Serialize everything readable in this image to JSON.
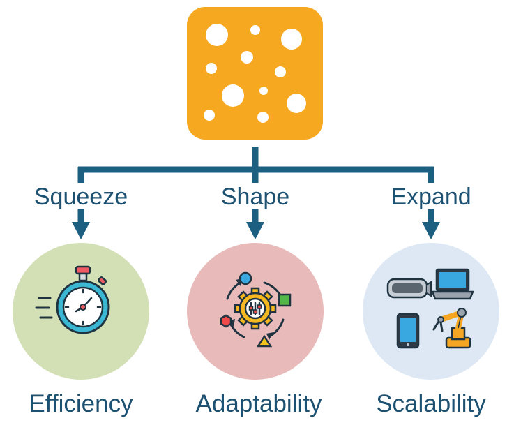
{
  "colors": {
    "source_block": "#f6a821",
    "connector": "#1d5f80",
    "label_text": "#1d5172",
    "efficiency_circle": "#d3dfb5",
    "adaptability_circle": "#e9baba",
    "scalability_circle": "#dde8f4"
  },
  "branches": [
    {
      "label": "Squeeze",
      "result": "Efficiency",
      "icon": "stopwatch-icon"
    },
    {
      "label": "Shape",
      "result": "Adaptability",
      "icon": "gear-cycle-icon"
    },
    {
      "label": "Expand",
      "result": "Scalability",
      "icon": "devices-icon"
    }
  ]
}
